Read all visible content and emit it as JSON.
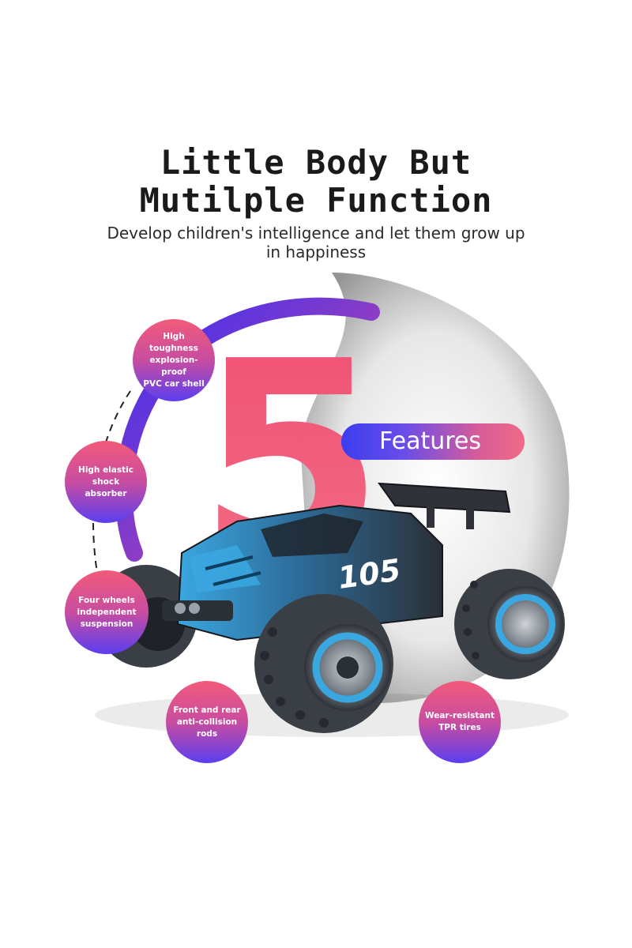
{
  "headline": {
    "line1": "Little Body But",
    "line2": "Mutilple Function"
  },
  "subheadline": "Develop children's intelligence and let them grow up in happiness",
  "big_number": "5",
  "features_label": "Features",
  "car_decal": "105",
  "features": [
    {
      "label": "High toughness\nexplosion-proof\nPVC car shell"
    },
    {
      "label": "High elastic\nshock absorber"
    },
    {
      "label": "Four wheels\nindependent\nsuspension"
    },
    {
      "label": "Front and rear\nanti-collision\nrods"
    },
    {
      "label": "Wear-resistant\nTPR tires"
    }
  ],
  "colors": {
    "pink": "#f05a78",
    "blue": "#3b3df0",
    "car_blue": "#3aa7e0",
    "car_dark": "#2b2f36"
  },
  "icons": [
    "rc-monster-truck-image"
  ]
}
